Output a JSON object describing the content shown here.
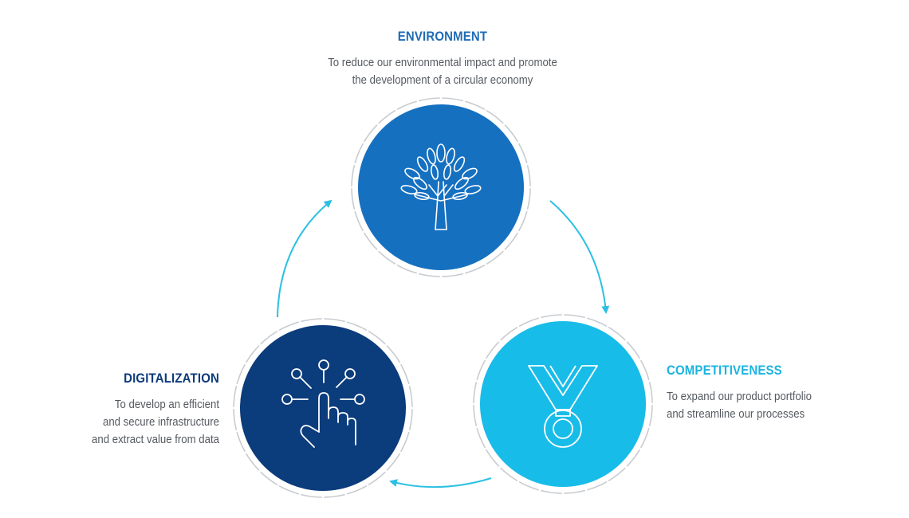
{
  "colors": {
    "environment": "#1670c0",
    "competitiveness": "#18bce8",
    "digitalization": "#0b3c7c",
    "arrow": "#2cc0e2",
    "ring": "#c8ccd0",
    "text": "#555a60"
  },
  "environment": {
    "title": "ENVIRONMENT",
    "line1": "To reduce our environmental impact and promote",
    "line2": "the development of a circular economy",
    "icon": "tree-icon"
  },
  "competitiveness": {
    "title": "COMPETITIVENESS",
    "line1": "To expand our product portfolio",
    "line2": "and streamline our processes",
    "icon": "medal-icon"
  },
  "digitalization": {
    "title": "DIGITALIZATION",
    "line1": "To develop an efficient",
    "line2": "and secure infrastructure",
    "line3": "and extract value from data",
    "icon": "touch-network-icon"
  }
}
